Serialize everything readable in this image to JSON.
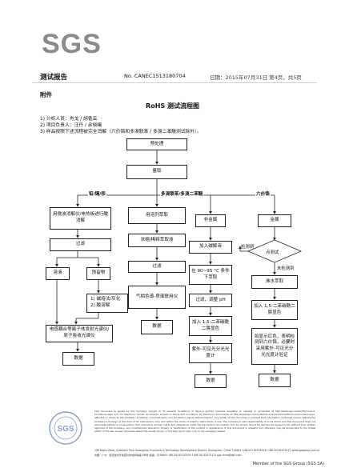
{
  "logo_text": "SGS",
  "header": {
    "title": "测试报告",
    "number": "No. CANEC1513180704",
    "date": "日期：2015年07月31日 第4页，共5页"
  },
  "appendix": "附件",
  "chart_title": "RoHS 测试流程图",
  "notes": [
    "1) 分析人员：肖戈 / 胡香云",
    "2) 项目负责人：汪丹 / 余晓曦",
    "3) 样品按照下述流程被完全消解（六价铬和多溴联苯 / 多溴二苯醚测试除外）。"
  ],
  "flow": {
    "pretreat": "预处理",
    "weigh": "量取",
    "branch_labels": {
      "lead": "铅/镉/汞",
      "pbb": "多溴联苯/多溴二苯醚",
      "cr": "六价铬"
    },
    "lead": {
      "digest": "用微波消解仪/电热板进行酸消解",
      "filter": "过滤",
      "solution": "溶液",
      "residue": "残留物",
      "alkali": "1) 碱熔法/灰化\n2) 酸溶解",
      "icp": "电感耦合等离子体发射光谱仪/原子吸收光谱仪",
      "data": "数据"
    },
    "pbb": {
      "extract": "用溶剂萃取",
      "concentrate": "浓缩/稀释萃取液",
      "filter": "过滤",
      "gcms": "气相色谱-质谱联用仪",
      "data": "数据"
    },
    "cr": {
      "nonmetal": "非金属",
      "alkali_sol": "加入碱解液",
      "heat": "在 90~95 °C 条件下萃取",
      "filter_ph": "过滤，调整 pH",
      "add_dpc": "加入 1,5-二苯碳酰二肼显色",
      "uv": "紫外-可见光分光光度计",
      "data": "数据",
      "metal": "金属",
      "spot_test": "点测试",
      "detected": "检测到",
      "not_detected": "未检测到",
      "boil": "沸水萃取",
      "add_dpc2": "加入 1,5-二苯碳酰二肼显色",
      "compare": "如显示红色，表明检测到六价铬，必要时采用紫外-可见光分光光度计验证",
      "data2": "数据"
    }
  },
  "footer": {
    "text": "This document is issued by the Company subject to its General Conditions of Service printed overleaf, available on request or accessible at http://www.sgs.com/en/Terms-and-Conditions.aspx and, for electronic format documents, subject to Terms and Conditions for Electronic Documents at http://www.sgs.com/en/Terms-and-Conditions/Terms-e-Document.aspx. Attention is drawn to the limitation of liability, indemnification and jurisdiction issues defined therein. Any holder of this document is advised that information contained hereon reflects the Company's findings at the time of its intervention only and within the limits of Client's instructions, if any. The Company's sole responsibility is to its Client and this document does not exonerate parties to a transaction from exercising all their rights and obligations under the transaction documents. This document cannot be reproduced except in full, without prior written approval of the Company. Any unauthorized alteration, forgery or falsification of the content or appearance of this document is unlawful and offenders may be prosecuted to the fullest extent of the law. Unless otherwise stated the results shown in this test report refer only to the sample(s) tested.",
    "address": "198 Kezhu Road, Scientech Park Guangzhou Economic & Technology Development District, Guangzhou, China 510663  t (86-20) 82155555  f (86-20) 82075113  www.sgsgroup.com.cn",
    "address_cn": "中国 · 广州 · 经济技术开发区科学城科珠路198号  邮编：510663  t (86-20) 82155555  f (86-20) 82075113  sgs.china@sgs.com",
    "member": "Member of the SGS Group (SGS SA)",
    "seal_text": "SGS"
  }
}
